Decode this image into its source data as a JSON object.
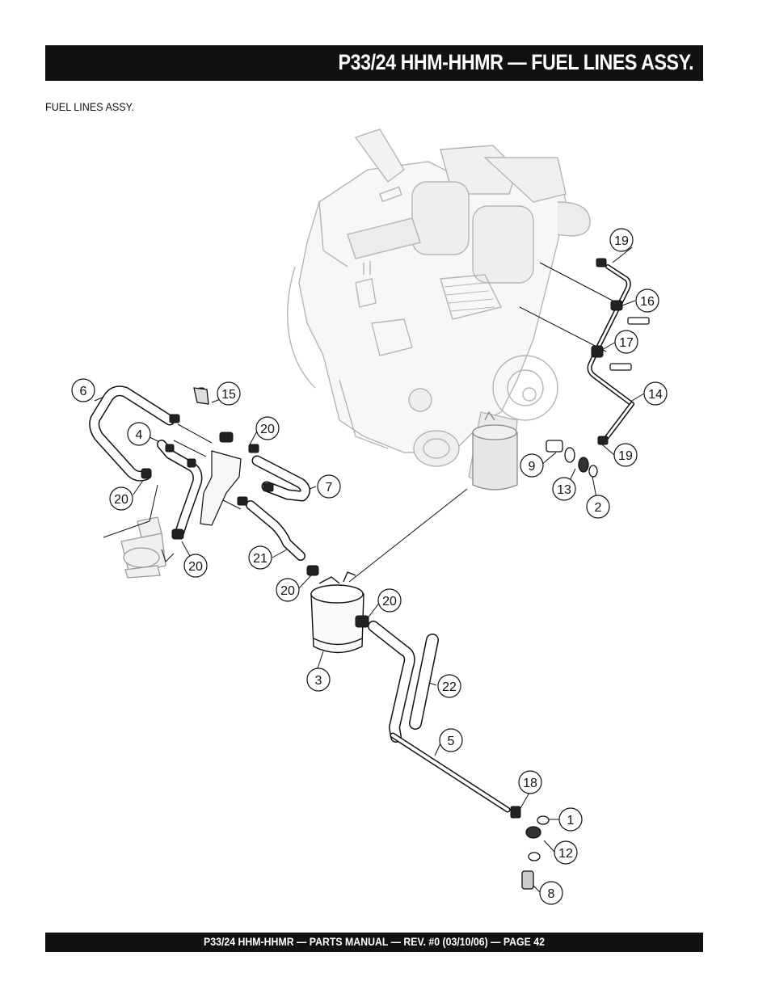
{
  "header": {
    "title": "P33/24 HHM-HHMR — FUEL LINES ASSY."
  },
  "subtitle": "FUEL LINES ASSY.",
  "footer": {
    "text": "P33/24 HHM-HHMR — PARTS MANUAL — REV. #0 (03/10/06) — PAGE 42"
  },
  "callouts": {
    "c1": "1",
    "c2": "2",
    "c3": "3",
    "c4": "4",
    "c5": "5",
    "c6": "6",
    "c7": "7",
    "c8": "8",
    "c9": "9",
    "c12": "12",
    "c13": "13",
    "c14": "14",
    "c15": "15",
    "c16": "16",
    "c17": "17",
    "c18": "18",
    "c19a": "19",
    "c19b": "19",
    "c20a": "20",
    "c20b": "20",
    "c20c": "20",
    "c20d": "20",
    "c20e": "20",
    "c21": "21",
    "c22": "22"
  }
}
